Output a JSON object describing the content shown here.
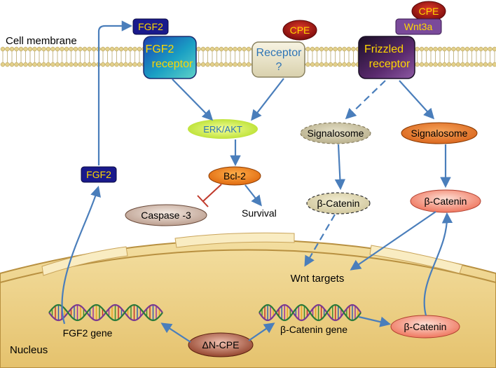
{
  "labels": {
    "cell_membrane": "Cell membrane",
    "nucleus": "Nucleus",
    "fgf2_top": "FGF2",
    "fgf2_mid": "FGF2",
    "fgf2_receptor_1": "FGF2",
    "fgf2_receptor_2": "receptor",
    "cpe_left": "CPE",
    "cpe_right": "CPE",
    "receptor_unknown_1": "Receptor",
    "receptor_unknown_2": "?",
    "wnt3a": "Wnt3a",
    "frizzled_1": "Frizzled",
    "frizzled_2": "receptor",
    "erk_akt": "ERK/AKT",
    "bcl2": "Bcl-2",
    "caspase3": "Caspase -3",
    "survival": "Survival",
    "signalosome_inactive": "Signalosome",
    "signalosome_active": "Signalosome",
    "beta_catenin_inactive": "β-Catenin",
    "beta_catenin_active": "β-Catenin",
    "beta_catenin_nuclear": "β-Catenin",
    "wnt_targets": "Wnt targets",
    "fgf2_gene": "FGF2 gene",
    "beta_catenin_gene": "β-Catenin gene",
    "delta_n_cpe": "ΔN-CPE"
  },
  "colors": {
    "fgf2_box": "#1a1a8c",
    "fgf2_text": "#ffd700",
    "cpe_fill": "#b01515",
    "cpe_text": "#ffd700",
    "arrow": "#4a7ebb",
    "inhibit": "#c0392b",
    "erk_fill": "#d8f05a",
    "bcl2_fill": "#f08020",
    "signalosome_active_fill": "#e8822a",
    "signalosome_inactive_fill": "#c9c3a6",
    "beta_catenin_active_fill": "#f4806e",
    "nucleus_fill": "#e8c77a"
  }
}
